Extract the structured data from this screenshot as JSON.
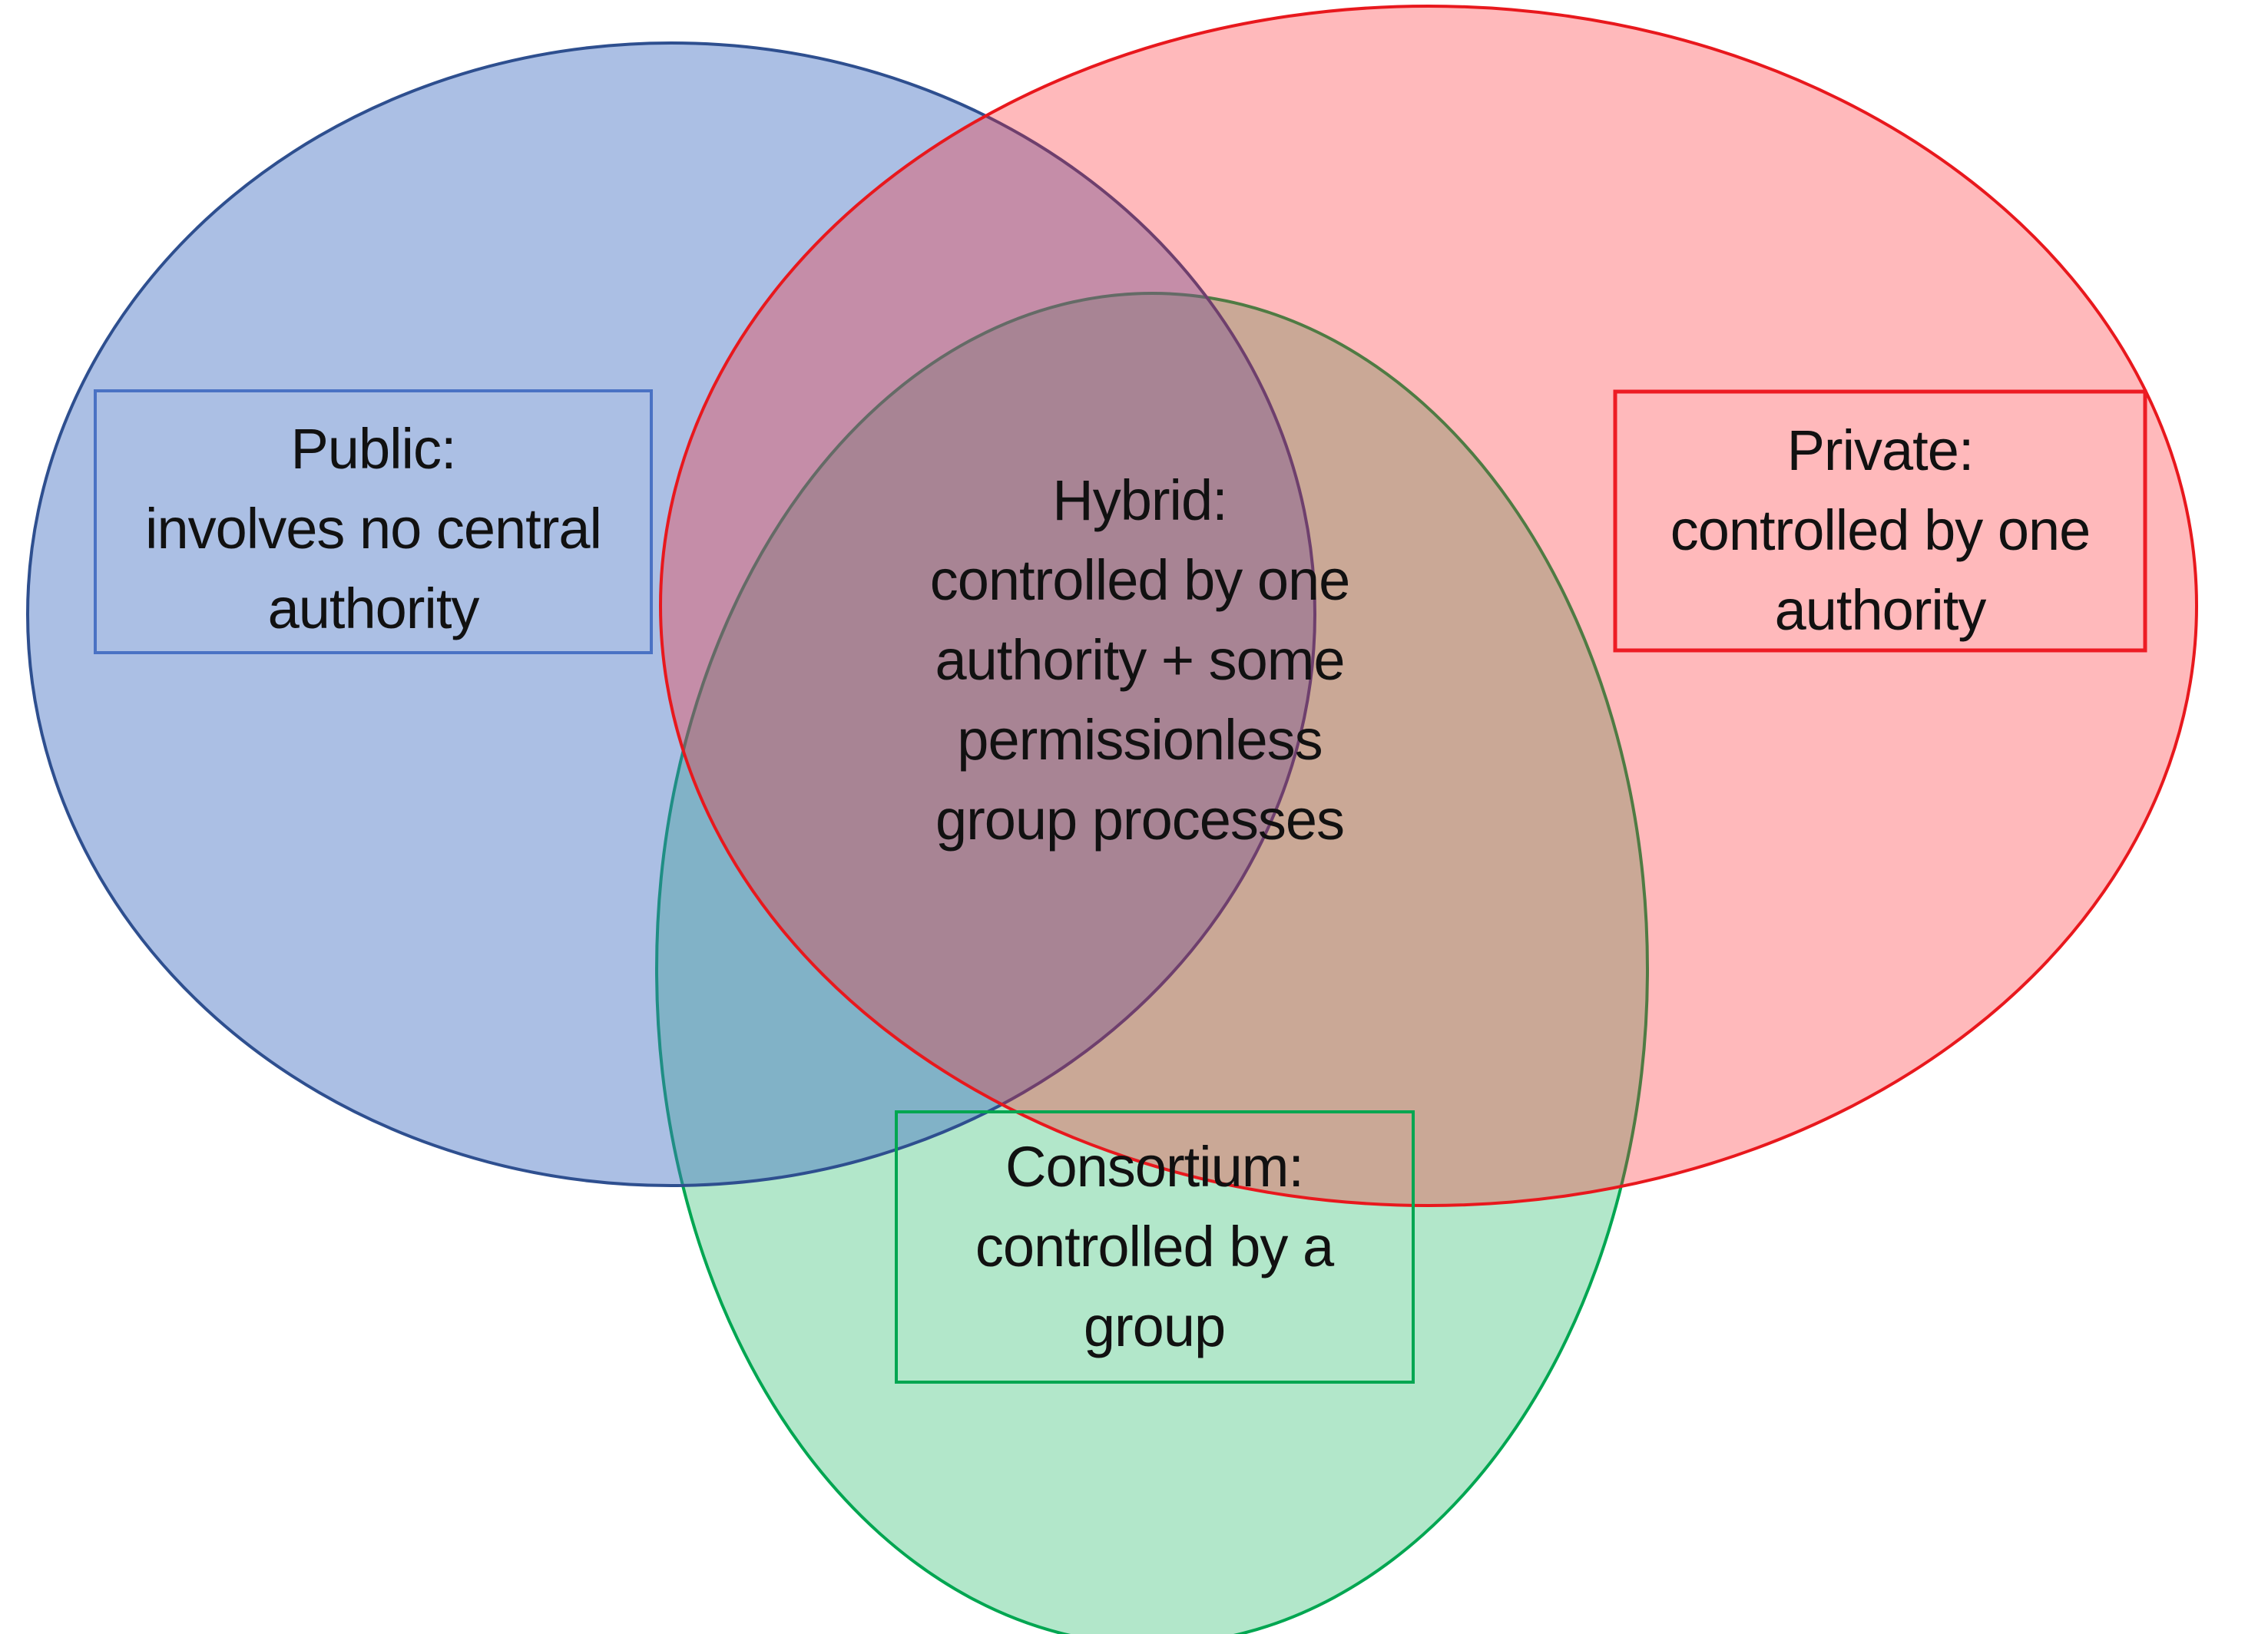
{
  "diagram": {
    "type": "venn-3-ellipses",
    "background": "#ffffff",
    "regions": {
      "public": {
        "title": "Public:",
        "line1": "involves no central",
        "line2": "authority",
        "ellipse_fill": "rgba(68,114,196,0.45)",
        "ellipse_stroke": "#2e4f8f",
        "box_border": "#4a72c4",
        "apparent_fill": "#aec0e2"
      },
      "private": {
        "title": "Private:",
        "line1": "controlled by one",
        "line2": "authority",
        "ellipse_fill": "rgba(255,30,35,0.31)",
        "ellipse_stroke": "#e8181d",
        "box_border": "#ed1c24",
        "apparent_fill": "#f8b1b5"
      },
      "consortium": {
        "title": "Consortium:",
        "line1": "controlled by a",
        "line2": "group",
        "ellipse_fill": "rgba(0,176,80,0.30)",
        "ellipse_stroke": "#00a651",
        "box_border": "#00a651",
        "apparent_fill": "#b7e0c6"
      },
      "hybrid": {
        "title": "Hybrid:",
        "line1": "controlled by one",
        "line2": "authority + some",
        "line3": "permissionless",
        "line4": "group processes",
        "apparent_fill": "#bd93a2"
      },
      "overlap_colors": {
        "public_private": "#c891a7",
        "public_consortium": "#9cb5c6",
        "private_consortium": "#c69c87",
        "triple_center": "#bd93a2"
      }
    }
  }
}
